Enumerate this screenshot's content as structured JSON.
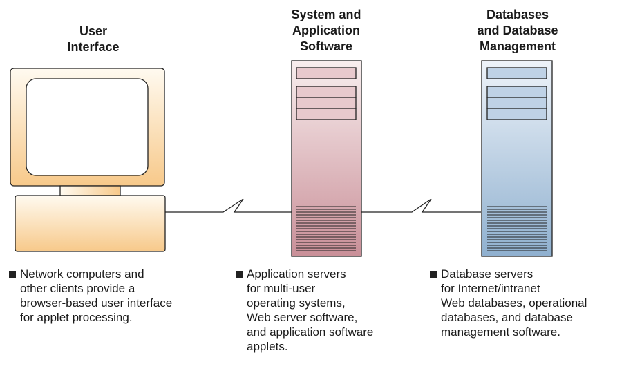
{
  "columns": [
    {
      "id": "user-interface",
      "heading": "User\nInterface",
      "bullet": "Network computers and\nother clients provide a\nbrowser-based user interface\nfor applet processing."
    },
    {
      "id": "application-software",
      "heading": "System and\nApplication\nSoftware",
      "bullet": "Application servers\nfor multi-user\noperating systems,\nWeb server software,\nand application software\napplets."
    },
    {
      "id": "database-management",
      "heading": "Databases\nand Database\nManagement",
      "bullet": "Database servers\nfor Internet/intranet\nWeb databases, operational\ndatabases, and database\nmanagement software."
    }
  ],
  "colors": {
    "monitor_light": "#fffaf0",
    "monitor_dark": "#f7c98a",
    "app_server_light": "#f8eeee",
    "app_server_dark": "#c98f98",
    "db_server_light": "#eef3f9",
    "db_server_dark": "#8fb0cf",
    "outline": "#222222"
  },
  "icons": [
    "computer-icon",
    "application-server-icon",
    "database-server-icon",
    "network-link-icon"
  ]
}
